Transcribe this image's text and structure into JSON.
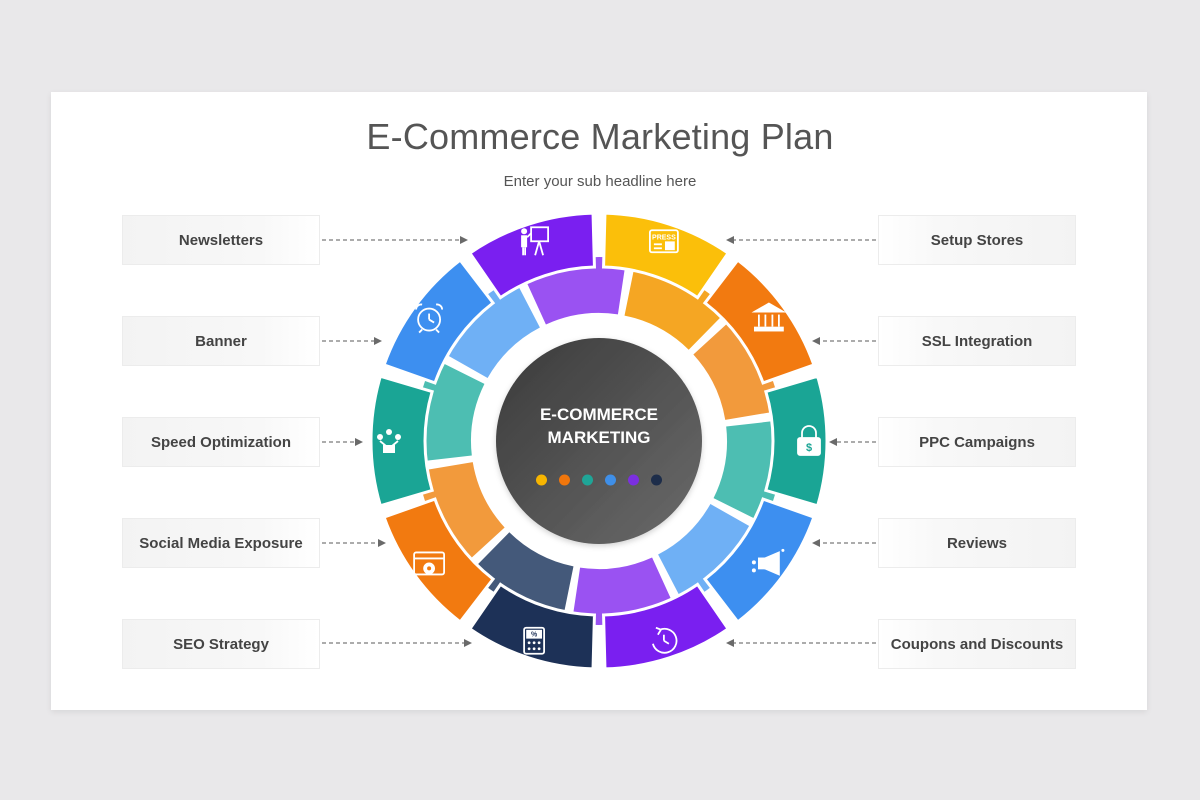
{
  "title": "E-Commerce Marketing Plan",
  "subtitle": "Enter your sub headline here",
  "center": {
    "line1": "E-COMMERCE",
    "line2": "MARKETING",
    "dot_colors": [
      "#f7b500",
      "#f0760c",
      "#1fa597",
      "#3f8fe8",
      "#7b2fe0",
      "#1d2d4a"
    ]
  },
  "left_items": [
    {
      "label": "Newsletters"
    },
    {
      "label": "Banner"
    },
    {
      "label": "Speed Optimization"
    },
    {
      "label": "Social Media Exposure"
    },
    {
      "label": "SEO Strategy"
    }
  ],
  "right_items": [
    {
      "label": "Setup Stores"
    },
    {
      "label": "SSL Integration"
    },
    {
      "label": "PPC Campaigns"
    },
    {
      "label": "Reviews"
    },
    {
      "label": "Coupons and Discounts"
    }
  ],
  "segments": [
    {
      "name": "newsletters",
      "color": "#fbbf0a",
      "inner": "#f5a623",
      "icon": "newspaper-icon",
      "icon_text": "PRESS"
    },
    {
      "name": "setup-stores",
      "color": "#f27a10",
      "inner": "#f29a3c",
      "icon": "bank-icon"
    },
    {
      "name": "ssl-integration",
      "color": "#1aa595",
      "inner": "#4dbeb2",
      "icon": "padlock-icon"
    },
    {
      "name": "ppc-campaigns",
      "color": "#3d8ff0",
      "inner": "#6fb0f5",
      "icon": "megaphone-icon"
    },
    {
      "name": "reviews",
      "color": "#7a1ff0",
      "inner": "#9a52f2",
      "icon": "clock-rotate-icon"
    },
    {
      "name": "coupons-discounts",
      "color": "#1d3157",
      "inner": "#44597a",
      "icon": "calculator-icon",
      "icon_text": "%"
    },
    {
      "name": "seo-strategy",
      "color": "#f27a10",
      "inner": "#f29a3c",
      "icon": "browser-gear-icon"
    },
    {
      "name": "social-media",
      "color": "#1aa595",
      "inner": "#4dbeb2",
      "icon": "social-network-icon"
    },
    {
      "name": "speed-optimization",
      "color": "#3d8ff0",
      "inner": "#6fb0f5",
      "icon": "alarm-clock-icon"
    },
    {
      "name": "banner",
      "color": "#7a1ff0",
      "inner": "#9a52f2",
      "icon": "presenter-icon"
    }
  ]
}
